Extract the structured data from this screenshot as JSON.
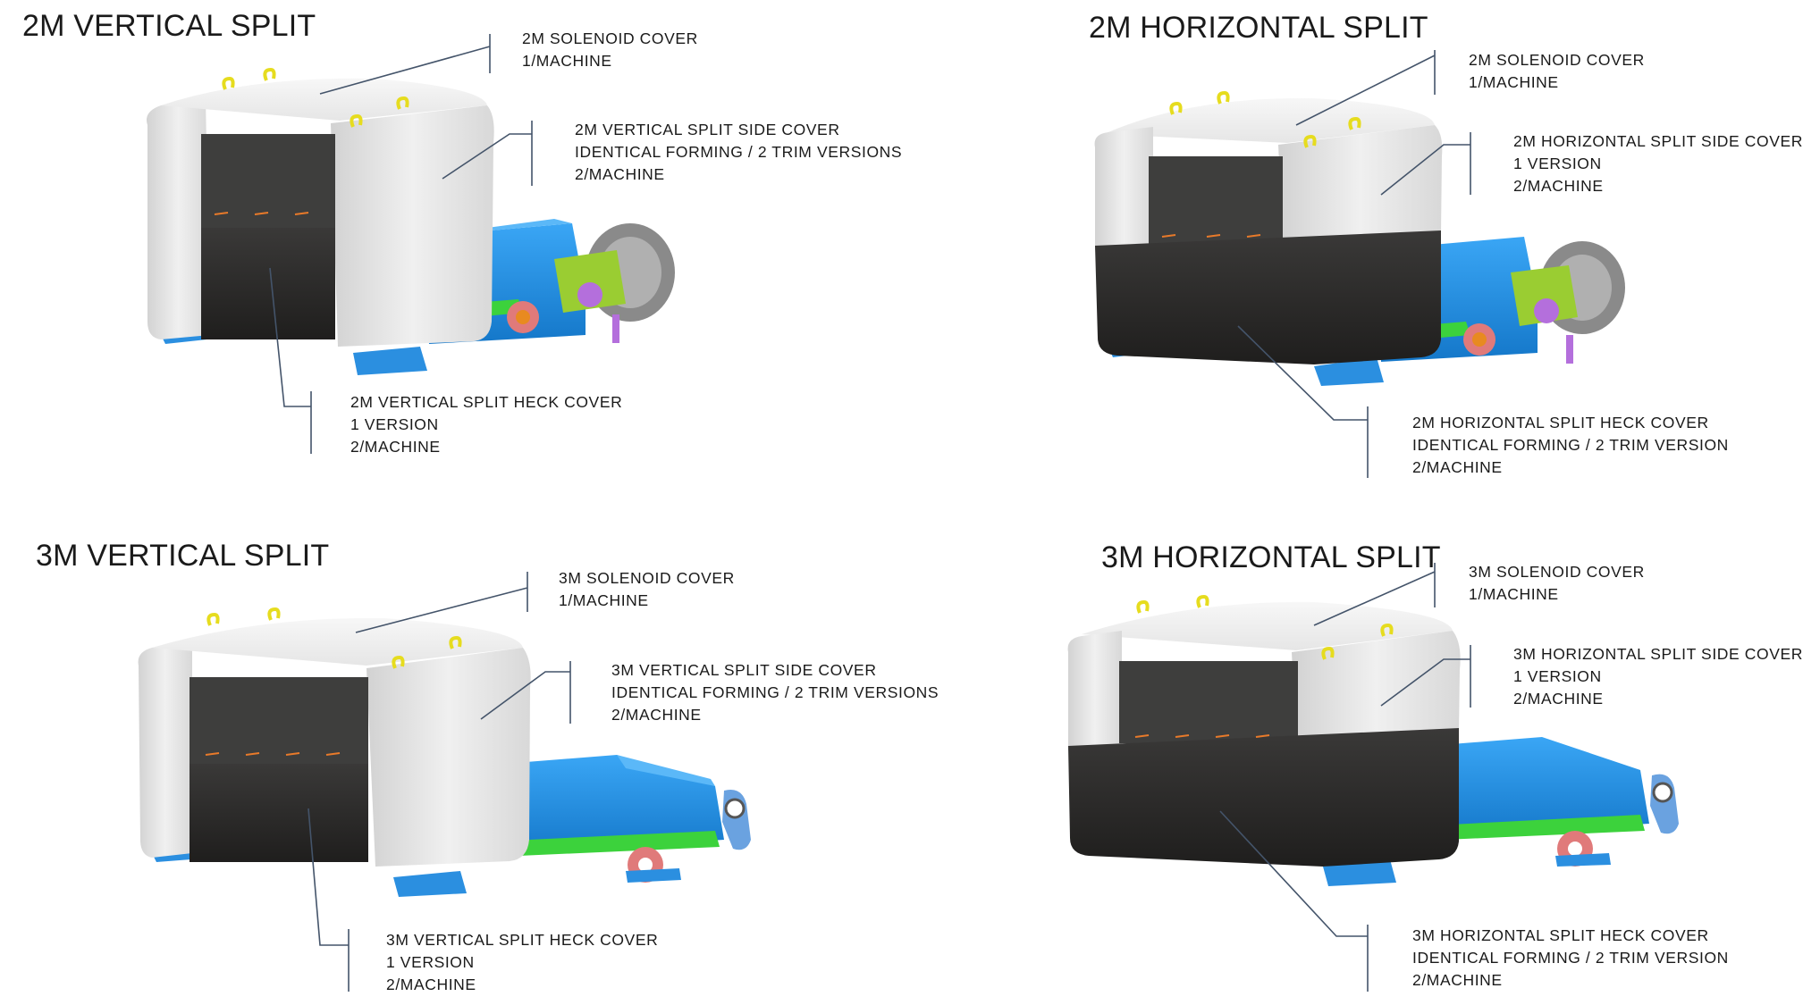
{
  "colors": {
    "cover_light": "#eeeeee",
    "cover_dark": "#2d2c2b",
    "window": "#3e3e3d",
    "motor_blue": "#1e90e6",
    "base_blue": "#2492e0",
    "arm_green": "#3cd23c",
    "hook_yellow": "#e6dc1e",
    "leader_line": "#44546a"
  },
  "panels": [
    {
      "title": "2M VERTICAL SPLIT",
      "callouts": [
        {
          "lines": [
            "2M SOLENOID COVER",
            "1/MACHINE"
          ]
        },
        {
          "lines": [
            "2M VERTICAL  SPLIT SIDE COVER",
            "IDENTICAL FORMING / 2 TRIM VERSIONS",
            "2/MACHINE"
          ]
        },
        {
          "lines": [
            "2M VERTICAL  SPLIT HECK COVER",
            "1 VERSION",
            "2/MACHINE"
          ]
        }
      ]
    },
    {
      "title": "2M HORIZONTAL SPLIT",
      "callouts": [
        {
          "lines": [
            "2M SOLENOID COVER",
            "1/MACHINE"
          ]
        },
        {
          "lines": [
            "2M HORIZONTAL SPLIT SIDE COVER",
            "1 VERSION",
            "2/MACHINE"
          ]
        },
        {
          "lines": [
            "2M HORIZONTAL  SPLIT HECK COVER",
            "IDENTICAL FORMING / 2 TRIM VERSION",
            "2/MACHINE"
          ]
        }
      ]
    },
    {
      "title": "3M VERTICAL SPLIT",
      "callouts": [
        {
          "lines": [
            "3M SOLENOID COVER",
            "1/MACHINE"
          ]
        },
        {
          "lines": [
            "3M VERTICAL  SPLIT SIDE COVER",
            "IDENTICAL FORMING / 2 TRIM VERSIONS",
            "2/MACHINE"
          ]
        },
        {
          "lines": [
            "3M VERTICAL  SPLIT HECK COVER",
            "1 VERSION",
            "2/MACHINE"
          ]
        }
      ]
    },
    {
      "title": "3M HORIZONTAL SPLIT",
      "callouts": [
        {
          "lines": [
            "3M SOLENOID COVER",
            "1/MACHINE"
          ]
        },
        {
          "lines": [
            "3M HORIZONTAL SPLIT SIDE COVER",
            "1 VERSION",
            "2/MACHINE"
          ]
        },
        {
          "lines": [
            "3M HORIZONTAL  SPLIT HECK COVER",
            "IDENTICAL FORMING / 2 TRIM VERSION",
            "2/MACHINE"
          ]
        }
      ]
    }
  ]
}
